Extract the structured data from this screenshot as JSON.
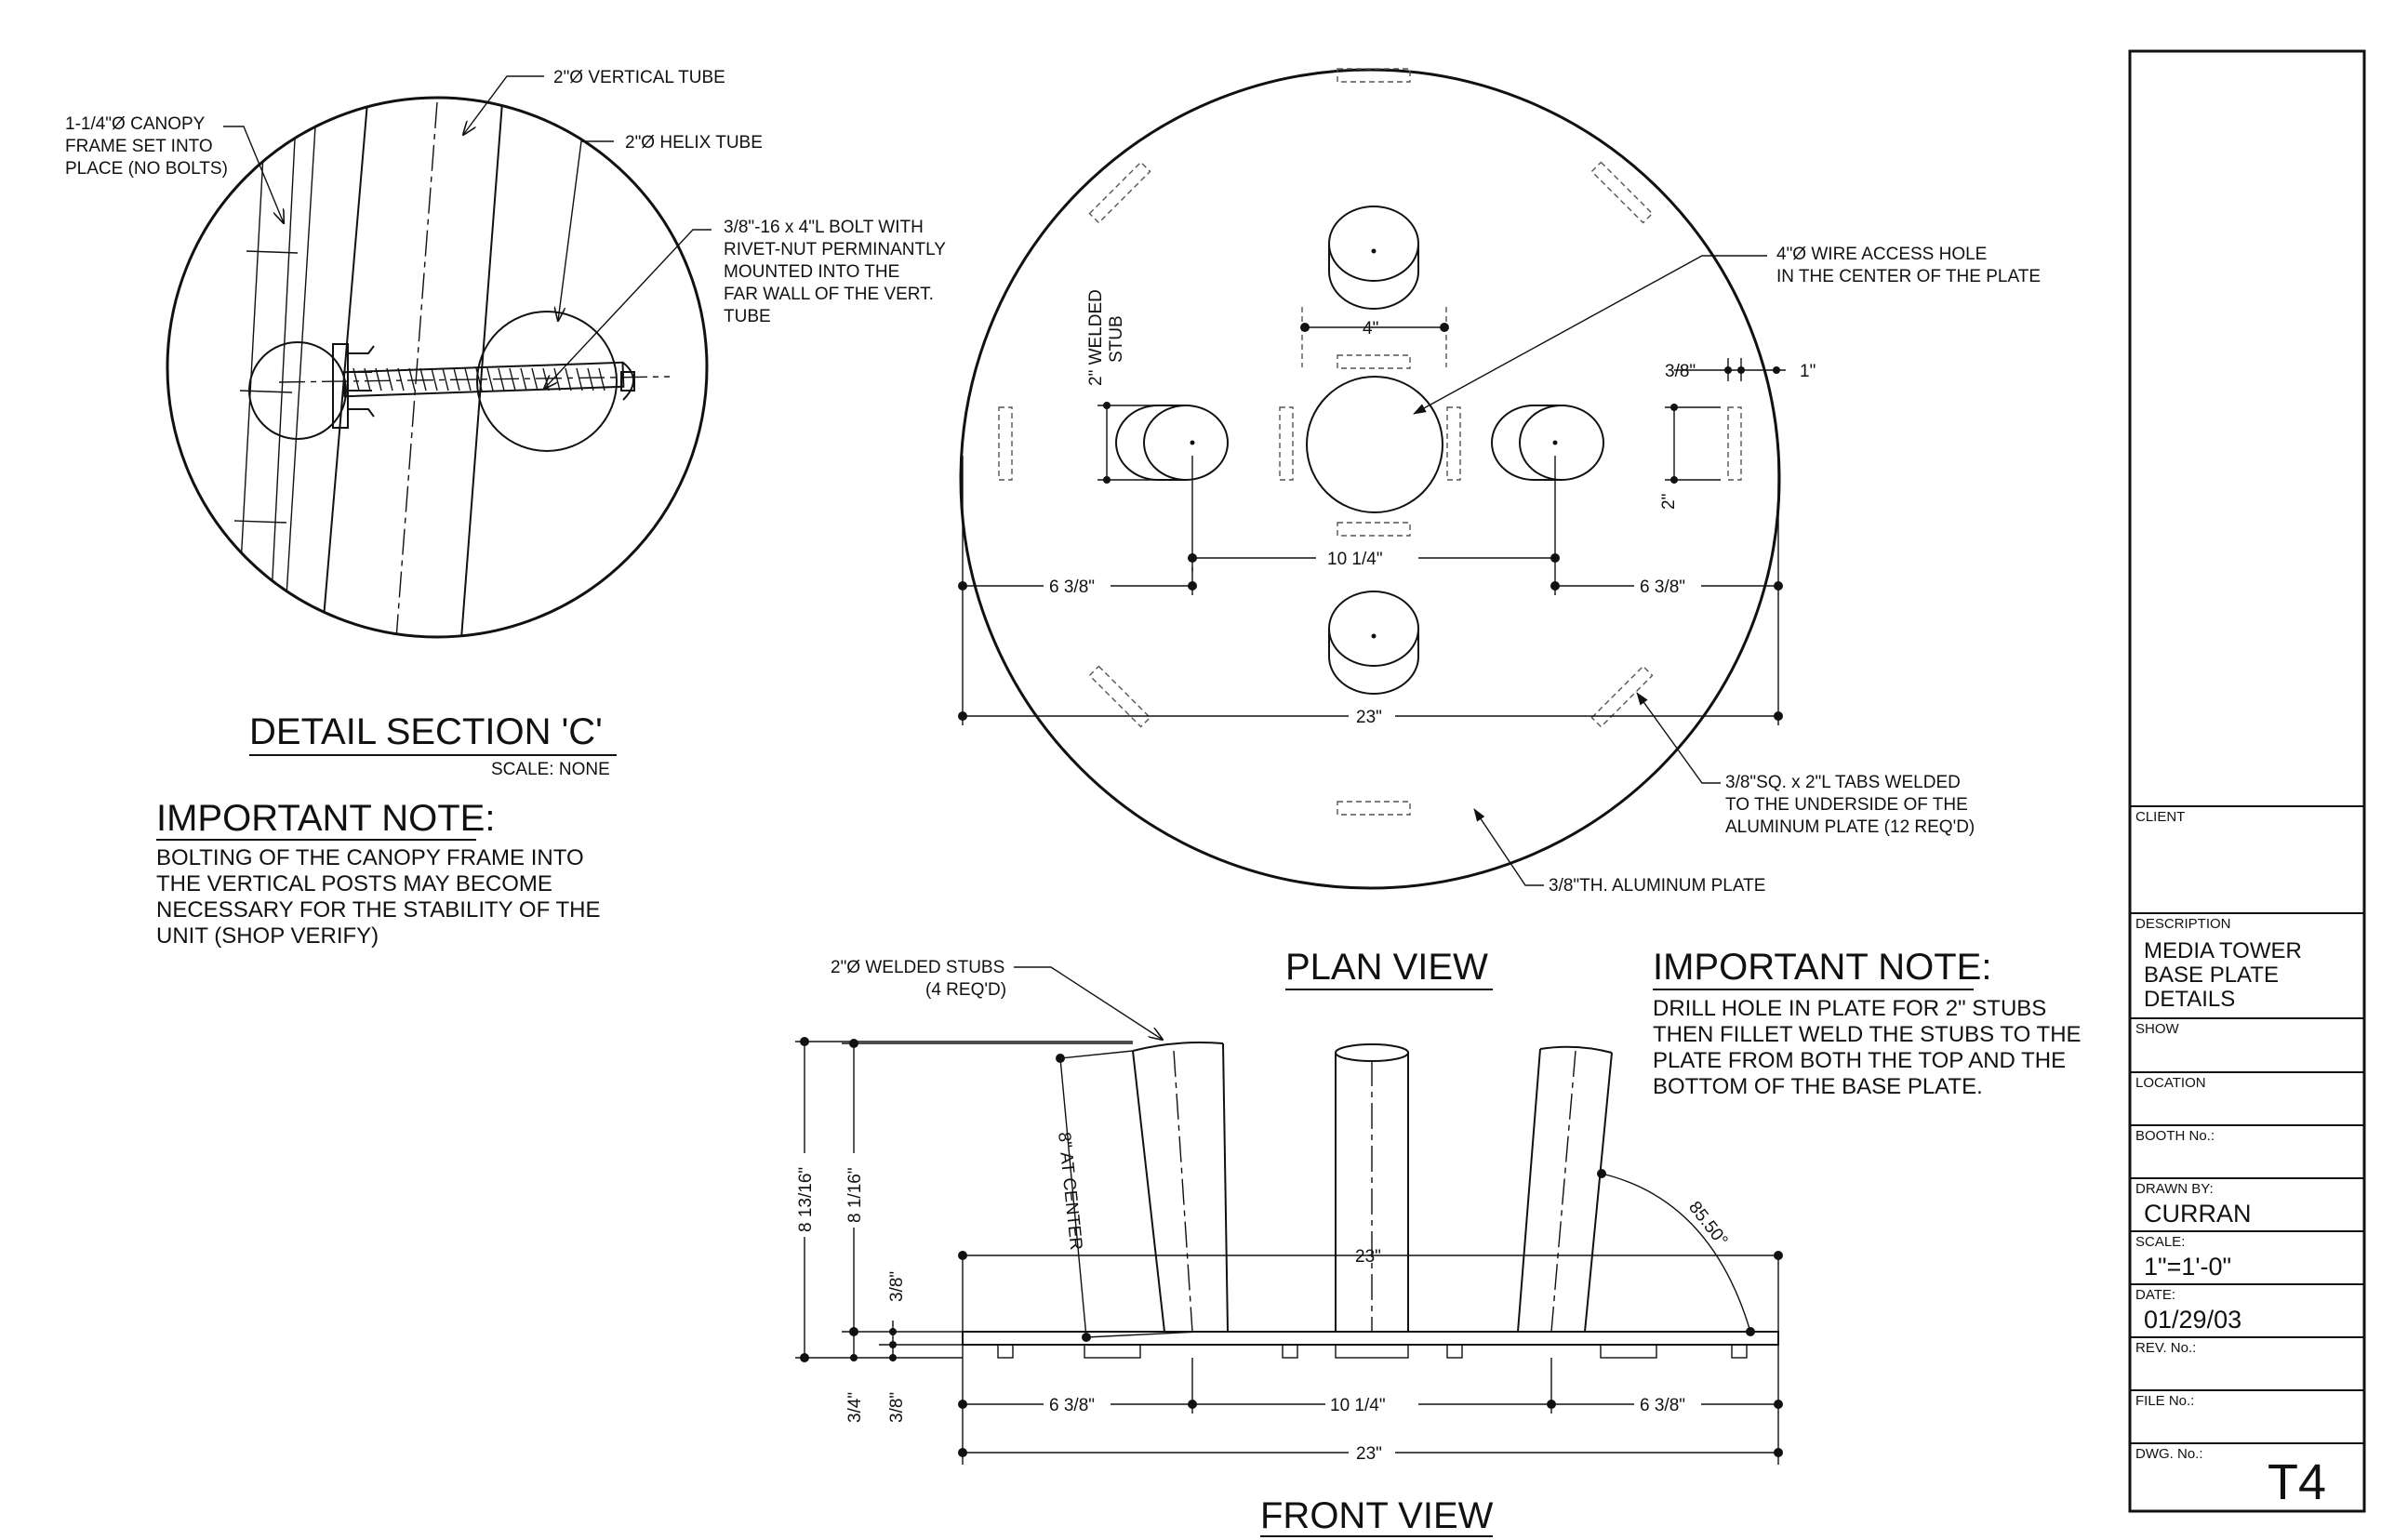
{
  "detail": {
    "title": "DETAIL SECTION  'C'",
    "scale": "SCALE: NONE",
    "callouts": {
      "vertical_tube": "2\"Ø VERTICAL TUBE",
      "canopy_1": "1-1/4\"Ø CANOPY",
      "canopy_2": "FRAME SET INTO",
      "canopy_3": "PLACE (NO BOLTS)",
      "helix_tube": "2\"Ø HELIX TUBE",
      "bolt_1": "3/8\"-16 x 4\"L BOLT WITH",
      "bolt_2": "RIVET-NUT PERMINANTLY",
      "bolt_3": "MOUNTED INTO THE",
      "bolt_4": "FAR WALL OF THE VERT.",
      "bolt_5": "TUBE"
    }
  },
  "note_left": {
    "title": "IMPORTANT NOTE:",
    "line_1": "BOLTING OF THE CANOPY FRAME INTO",
    "line_2": "THE VERTICAL POSTS MAY BECOME",
    "line_3": "NECESSARY FOR THE STABILITY OF THE",
    "line_4": "UNIT (SHOP VERIFY)"
  },
  "plan": {
    "title": "PLAN VIEW",
    "wire_hole_1": "4\"Ø WIRE ACCESS HOLE",
    "wire_hole_2": "IN THE CENTER OF THE PLATE",
    "welded_stub_1": "2\" WELDED",
    "welded_stub_2": "STUB",
    "tabs_1": "3/8\"SQ. x 2\"L TABS WELDED",
    "tabs_2": "TO THE UNDERSIDE OF THE",
    "tabs_3": "ALUMINUM PLATE (12 REQ'D)",
    "plate": "3/8\"TH. ALUMINUM PLATE",
    "dims": {
      "hole": "4\"",
      "tab_thick": "3/8\"",
      "tab_gap": "1\"",
      "tab_len": "2\"",
      "center_span": "10 1/4\"",
      "edge_left": "6 3/8\"",
      "edge_right": "6 3/8\"",
      "overall": "23\""
    }
  },
  "front": {
    "title": "FRONT VIEW",
    "stubs_1": "2\"Ø WELDED STUBS",
    "stubs_2": "(4 REQ'D)",
    "at_center": "8\" AT CENTER",
    "angle": "85.50°",
    "dims": {
      "h_total": "8 13/16\"",
      "h_stub": "8 1/16\"",
      "plate": "3/8\"",
      "tab": "3/8\"",
      "base": "3/4\"",
      "width_top": "23\"",
      "edge_left": "6 3/8\"",
      "center_span": "10 1/4\"",
      "edge_right": "6 3/8\"",
      "overall": "23\""
    }
  },
  "note_right": {
    "title": "IMPORTANT NOTE:",
    "line_1": "DRILL HOLE IN PLATE FOR 2\" STUBS",
    "line_2": "THEN FILLET WELD THE STUBS TO THE",
    "line_3": "PLATE FROM BOTH THE TOP AND THE",
    "line_4": "BOTTOM OF THE BASE PLATE."
  },
  "title_block": {
    "client_label": "CLIENT",
    "client_value": "",
    "description_label": "DESCRIPTION",
    "description_1": "MEDIA TOWER",
    "description_2": "BASE PLATE",
    "description_3": "DETAILS",
    "show_label": "SHOW",
    "location_label": "LOCATION",
    "booth_label": "BOOTH No.:",
    "drawn_label": "DRAWN BY:",
    "drawn_value": "CURRAN",
    "scale_label": "SCALE:",
    "scale_value": "1\"=1'-0\"",
    "date_label": "DATE:",
    "date_value": "01/29/03",
    "rev_label": "REV. No.:",
    "file_label": "FILE No.:",
    "dwg_label": "DWG. No.:",
    "dwg_value": "T4"
  }
}
